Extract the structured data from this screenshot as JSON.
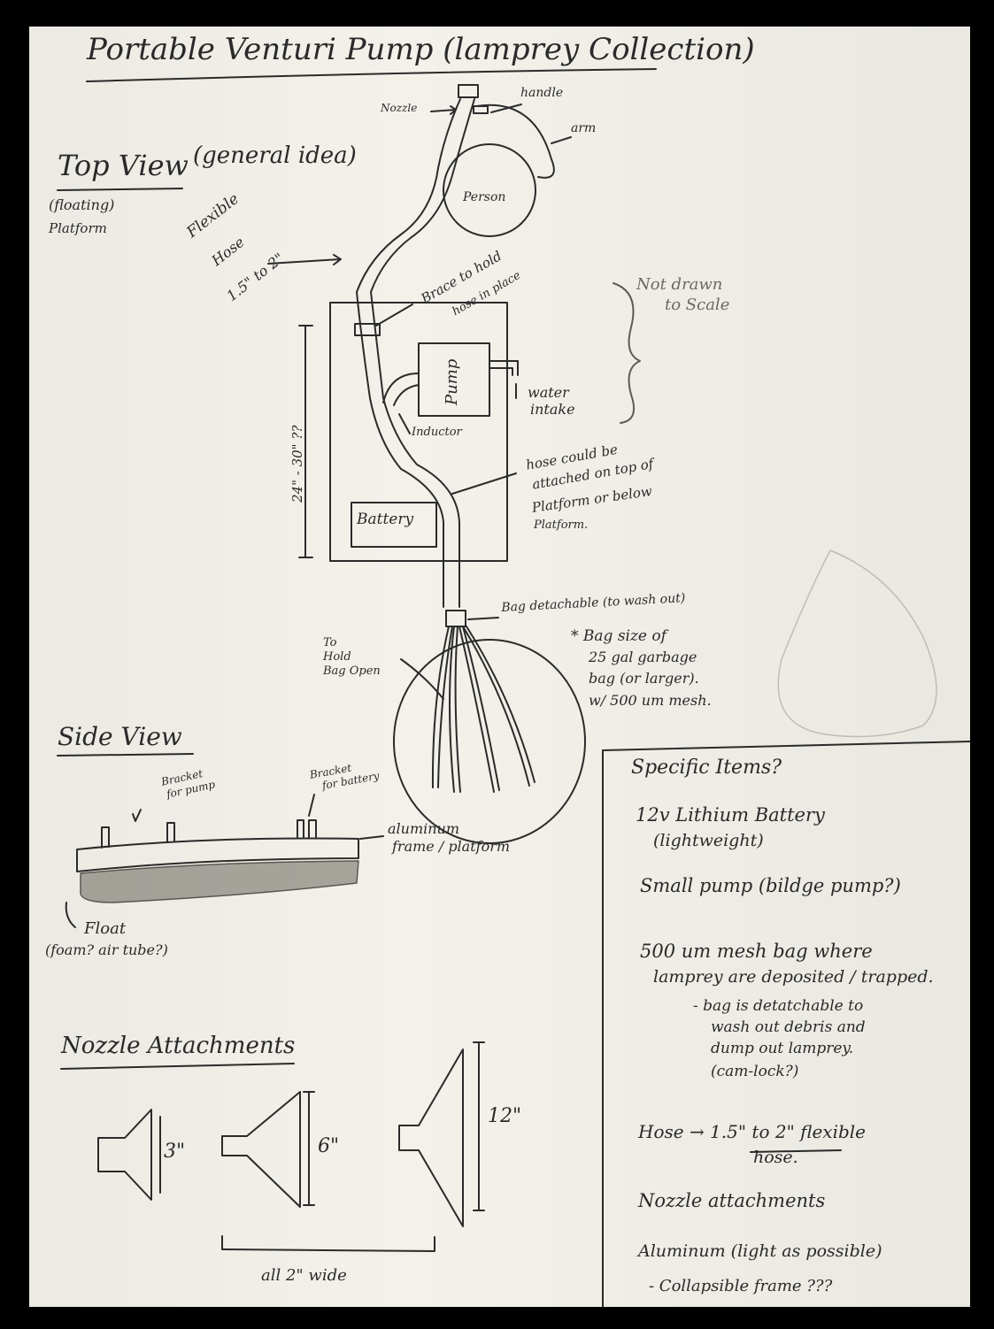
{
  "title": "Portable Venturi Pump (lamprey Collection)",
  "top_view": {
    "heading": "Top View",
    "heading_note": "(general idea)",
    "platform_label_1": "(floating)",
    "platform_label_2": "Platform",
    "labels": {
      "nozzle": "Nozzle",
      "handle": "handle",
      "arm": "arm",
      "person": "Person",
      "flexible": "Flexible",
      "hose_size": "Hose",
      "hose_size2": "1.5\" to 2\"",
      "brace_1": "Brace to hold",
      "brace_2": "hose in place",
      "not_drawn_1": "Not drawn",
      "not_drawn_2": "to Scale",
      "pump": "Pump",
      "water_intake_1": "water",
      "water_intake_2": "intake",
      "inductor": "Inductor",
      "dimension": "24\" - 30\" ??",
      "hose_note_1": "hose could be",
      "hose_note_2": "attached on top of",
      "hose_note_3": "Platform or below",
      "hose_note_4": "Platform.",
      "battery": "Battery",
      "bag_detachable": "Bag detachable (to wash out)",
      "to_hold_1": "To",
      "to_hold_2": "Hold",
      "to_hold_3": "Bag Open",
      "bag_size_1": "* Bag size of",
      "bag_size_2": "25 gal garbage",
      "bag_size_3": "bag (or larger).",
      "bag_size_4": "w/ 500 um mesh."
    }
  },
  "side_view": {
    "heading": "Side View",
    "bracket_pump_1": "Bracket",
    "bracket_pump_2": "for pump",
    "bracket_battery_1": "Bracket",
    "bracket_battery_2": "for battery",
    "frame_1": "aluminum",
    "frame_2": "frame / platform",
    "float_1": "Float",
    "float_2": "(foam? air tube?)"
  },
  "nozzles": {
    "heading": "Nozzle Attachments",
    "sizes": [
      "3\"",
      "6\"",
      "12\""
    ],
    "width_note": "all 2\" wide"
  },
  "specific_items": {
    "heading": "Specific Items?",
    "items": [
      "12v Lithium Battery",
      "(lightweight)",
      "Small pump (bildge pump?)",
      "500 um mesh bag where",
      "lamprey are deposited / trapped.",
      "- bag is detatchable to",
      "wash out debris and",
      "dump out lamprey.",
      "(cam-lock?)",
      "Hose → 1.5\" to 2\" flexible",
      "hose.",
      "Nozzle attachments",
      "Aluminum (light as possible)",
      "- Collapsible frame ???"
    ]
  }
}
